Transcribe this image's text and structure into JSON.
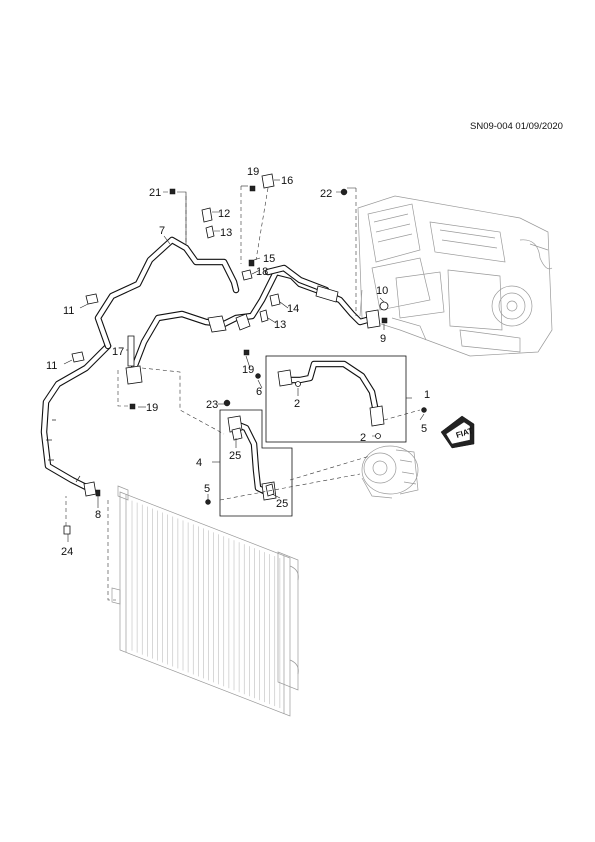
{
  "header": {
    "code": "SN09-004 01/09/2020"
  },
  "callouts": {
    "c1": "1",
    "c2a": "2",
    "c2b": "2",
    "c4": "4",
    "c5a": "5",
    "c5b": "5",
    "c6": "6",
    "c7": "7",
    "c8": "8",
    "c9": "9",
    "c10": "10",
    "c11a": "11",
    "c11b": "11",
    "c12": "12",
    "c13a": "13",
    "c13b": "13",
    "c14": "14",
    "c15": "15",
    "c16": "16",
    "c17": "17",
    "c18": "18",
    "c19a": "19",
    "c19b": "19",
    "c19c": "19",
    "c21": "21",
    "c22": "22",
    "c23": "23",
    "c24": "24",
    "c25a": "25",
    "c25b": "25"
  },
  "logo": {
    "text": "FIAT"
  }
}
